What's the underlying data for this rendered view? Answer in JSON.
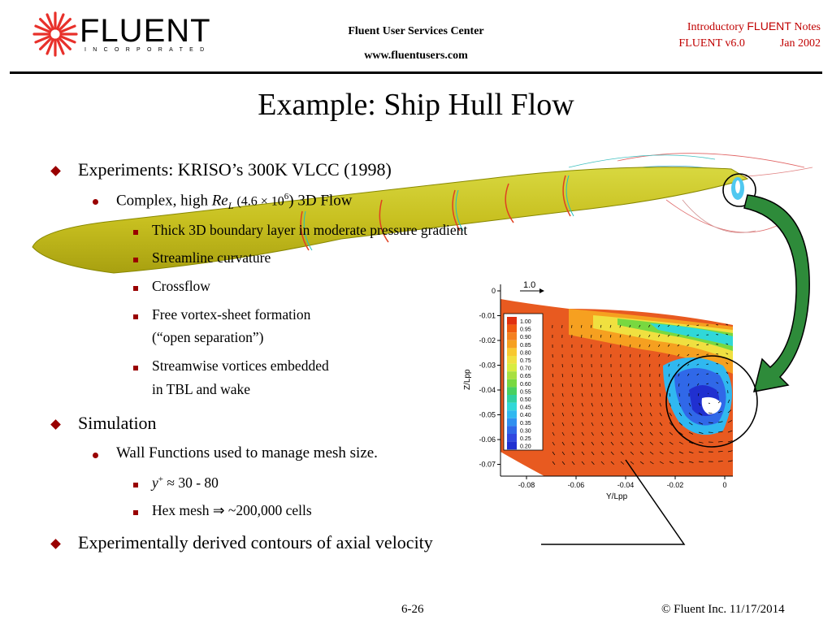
{
  "header": {
    "logo_word": "FLUENT",
    "logo_sub": "INCORPORATED",
    "center_line1": "Fluent User Services Center",
    "center_line2": "www.fluentusers.com",
    "right_line1_a": "Introductory",
    "right_line1_b": "FLUENT",
    "right_line1_c": "Notes",
    "right_line2_a": "FLUENT v6.0",
    "right_line2_b": "Jan 2002"
  },
  "title": "Example: Ship Hull Flow",
  "bullets": {
    "b1": "Experiments: KRISO’s 300K VLCC (1998)",
    "b1_1_pre": "Complex, high ",
    "b1_1_re": "Re",
    "b1_1_sub": "L",
    "b1_1_mid": " (4.6 × 10",
    "b1_1_sup": "6",
    "b1_1_post": ") 3D Flow",
    "b1_1_items": [
      "Thick 3D boundary layer in moderate pressure gradient",
      "Streamline curvature",
      "Crossflow",
      "Free vortex-sheet formation",
      "(“open separation”)",
      "Streamwise vortices embedded",
      "in TBL and wake"
    ],
    "b2": "Simulation",
    "b2_1": "Wall Functions used to manage mesh size.",
    "b2_1_a_y": "y",
    "b2_1_a_sup": "+",
    "b2_1_a_rest": " ≈ 30 - 80",
    "b2_1_b": "Hex mesh ⇒ ~200,000 cells",
    "b3": "Experimentally derived contours of axial velocity"
  },
  "plot": {
    "vector_label": "1.0",
    "y_ticks": [
      "0",
      "-0.01",
      "-0.02",
      "-0.03",
      "-0.04",
      "-0.05",
      "-0.06",
      "-0.07"
    ],
    "x_ticks": [
      "-0.08",
      "-0.06",
      "-0.04",
      "-0.02",
      "0"
    ],
    "ylabel": "Z/Lpp",
    "xlabel": "Y/Lpp",
    "legend": [
      "1.00",
      "0.95",
      "0.90",
      "0.85",
      "0.80",
      "0.75",
      "0.70",
      "0.65",
      "0.60",
      "0.55",
      "0.50",
      "0.45",
      "0.40",
      "0.35",
      "0.30",
      "0.25",
      "0.20"
    ],
    "legend_colors": [
      "#e03010",
      "#f05a10",
      "#f48020",
      "#f6a020",
      "#f8c830",
      "#f0e040",
      "#d8ec40",
      "#a8e040",
      "#78d840",
      "#48d060",
      "#30d0a0",
      "#30d8d8",
      "#30b8f0",
      "#3090f0",
      "#3068e8",
      "#3048e0",
      "#2030d0"
    ]
  },
  "footer": {
    "page": "6-26",
    "copyright": "© Fluent Inc. 11/17/2014"
  }
}
